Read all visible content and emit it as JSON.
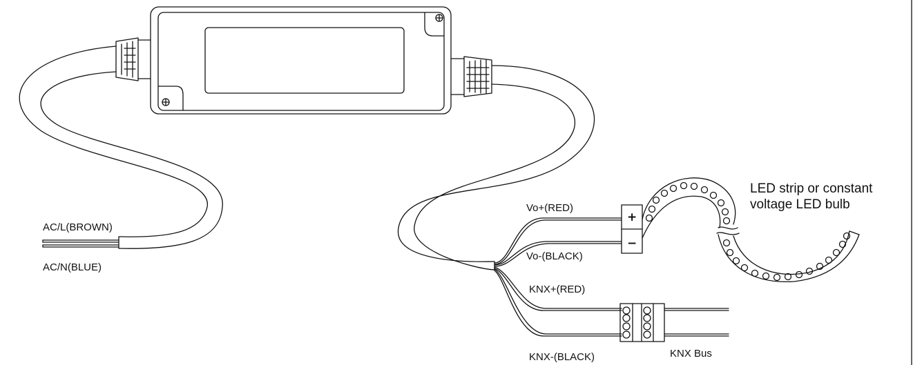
{
  "labels": {
    "ac_live": "AC/L(BROWN)",
    "ac_neutral": "AC/N(BLUE)",
    "vo_plus": "Vo+(RED)",
    "vo_minus": "Vo-(BLACK)",
    "knx_plus": "KNX+(RED)",
    "knx_minus": "KNX-(BLACK)",
    "knx_bus": "KNX Bus",
    "led_line1": "LED strip or constant",
    "led_line2": "voltage LED bulb"
  },
  "terminal": {
    "plus": "+",
    "minus": "−"
  },
  "colors": {
    "line": "#111111",
    "background": "#ffffff"
  }
}
